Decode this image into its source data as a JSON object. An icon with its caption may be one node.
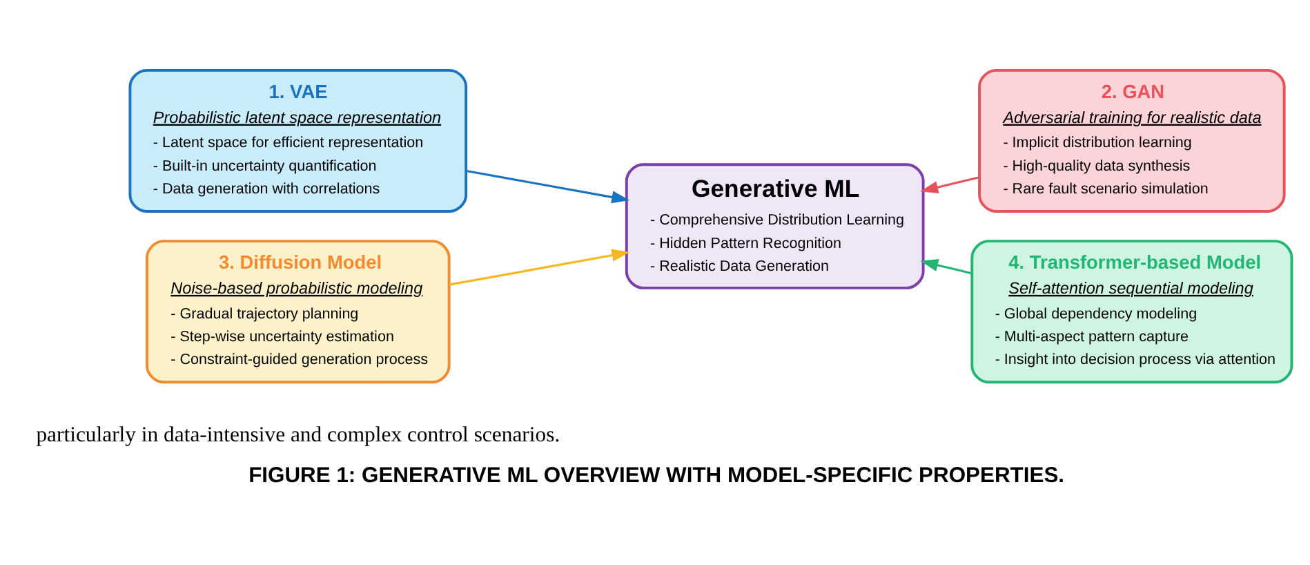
{
  "diagram": {
    "caption": "FIGURE 1: GENERATIVE ML OVERVIEW WITH MODEL-SPECIFIC PROPERTIES.",
    "nodes": [
      {
        "text": [
          "1. VAE",
          "Probabilistic latent space representation",
          "- Latent space for efficient representation",
          "- Built-in uncertainty quantification",
          "- Data generation with correlations"
        ]
      },
      {
        "text": [
          "2. GAN",
          "Adversarial training for realistic data",
          "- Implicit distribution learning",
          "- High-quality data synthesis",
          "- Rare fault scenario simulation"
        ]
      },
      {
        "text": [
          "Generative ML",
          "- Comprehensive Distribution Learning",
          "- Hidden Pattern Recognition",
          "- Realistic Data Generation"
        ]
      },
      {
        "text": [
          "3. Diffusion Model",
          "Noise-based probabilistic modeling",
          "- Gradual trajectory planning",
          "- Step-wise uncertainty estimation",
          "- Constraint-guided generation process"
        ]
      },
      {
        "text": [
          "4. Transformer-based Model",
          "Self-attention sequential modeling",
          "- Global dependency modeling",
          "- Multi-aspect pattern capture",
          "- Insight into decision process via attention"
        ]
      }
    ],
    "edges": [
      {
        "from": 0,
        "to": 2,
        "arrow": "to",
        "color": "#1a73c0"
      },
      {
        "from": 1,
        "to": 2,
        "arrow": "to",
        "color": "#e8525c"
      },
      {
        "from": 3,
        "to": 2,
        "arrow": "to",
        "color": "#f5b820"
      },
      {
        "from": 4,
        "to": 2,
        "arrow": "to",
        "color": "#22b573"
      }
    ],
    "labels": [
      "particularly in data-intensive and complex control scenarios."
    ]
  }
}
